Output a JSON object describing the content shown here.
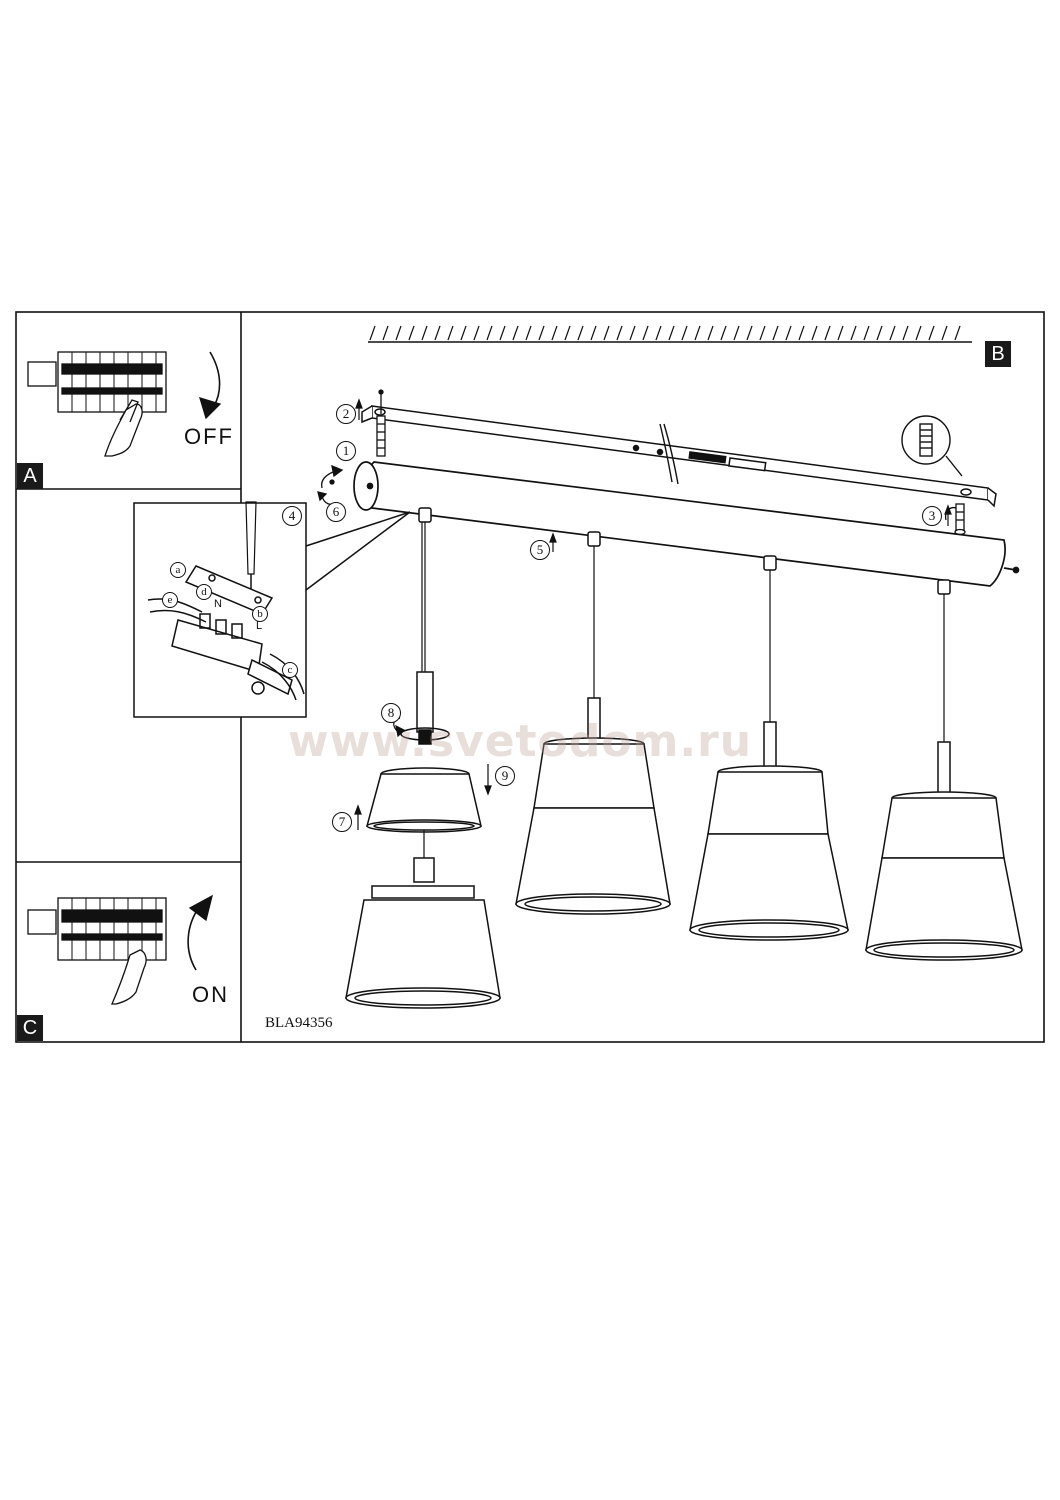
{
  "panels": {
    "a": {
      "tag": "A",
      "switch_label": "OFF"
    },
    "b": {
      "tag": "B"
    },
    "c": {
      "tag": "C",
      "switch_label": "ON"
    }
  },
  "model_code": "BLA94356",
  "watermark": "www.svetodom.ru",
  "steps": {
    "s1": "1",
    "s2": "2",
    "s3": "3",
    "s4": "4",
    "s5": "5",
    "s6": "6",
    "s7": "7",
    "s8": "8",
    "s9": "9",
    "wa": "a",
    "wb": "b",
    "wc": "c",
    "wd": "d",
    "we": "e"
  },
  "terminal_marks": {
    "n": "N",
    "l": "L"
  }
}
